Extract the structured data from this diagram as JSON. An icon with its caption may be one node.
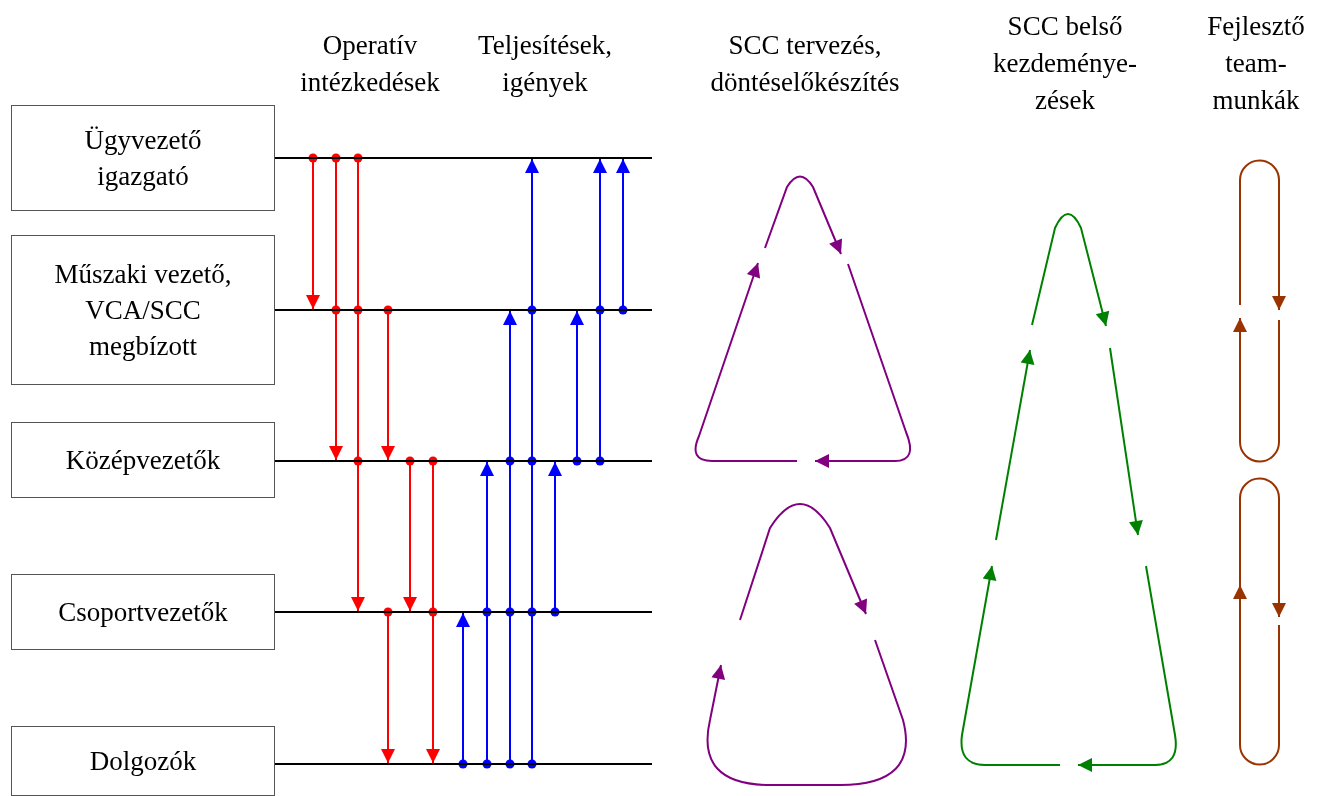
{
  "diagram": {
    "nodes": [
      {
        "text": [
          "Ügyvezető igazgató"
        ]
      },
      {
        "text": [
          "Műszaki vezető, VCA/SCC megbízott"
        ]
      },
      {
        "text": [
          "Középvezetők"
        ]
      },
      {
        "text": [
          "Csoportvezetők"
        ]
      },
      {
        "text": [
          "Dolgozók"
        ]
      },
      {
        "text": [],
        "shape": "line"
      },
      {
        "text": [],
        "shape": "line"
      },
      {
        "text": [],
        "shape": "line"
      },
      {
        "text": [],
        "shape": "line"
      },
      {
        "text": [],
        "shape": "line"
      }
    ],
    "edges": [
      {
        "from": 5,
        "to": 6,
        "arrow": "to",
        "color": "#ff0000"
      },
      {
        "from": 5,
        "to": 7,
        "arrow": "to",
        "color": "#ff0000"
      },
      {
        "from": 5,
        "to": 8,
        "arrow": "to",
        "color": "#ff0000"
      },
      {
        "from": 6,
        "to": 7,
        "arrow": "to",
        "color": "#ff0000"
      },
      {
        "from": 7,
        "to": 8,
        "arrow": "to",
        "color": "#ff0000"
      },
      {
        "from": 7,
        "to": 9,
        "arrow": "to",
        "color": "#ff0000"
      },
      {
        "from": 8,
        "to": 9,
        "arrow": "to",
        "color": "#ff0000"
      },
      {
        "from": 9,
        "to": 8,
        "arrow": "to",
        "color": "#0000ff"
      },
      {
        "from": 9,
        "to": 7,
        "arrow": "to",
        "color": "#0000ff"
      },
      {
        "from": 9,
        "to": 6,
        "arrow": "to",
        "color": "#0000ff"
      },
      {
        "from": 9,
        "to": 5,
        "arrow": "to",
        "color": "#0000ff"
      },
      {
        "from": 8,
        "to": 7,
        "arrow": "to",
        "color": "#0000ff"
      },
      {
        "from": 7,
        "to": 6,
        "arrow": "to",
        "color": "#0000ff"
      },
      {
        "from": 7,
        "to": 5,
        "arrow": "to",
        "color": "#0000ff"
      },
      {
        "from": 6,
        "to": 5,
        "arrow": "to",
        "color": "#0000ff"
      }
    ],
    "labels": [
      "Operatív intézkedések",
      "Teljesítések, igények",
      "SCC tervezés, döntéselőkészítés",
      "SCC belső kezdeménye- zések",
      "Fejlesztő team- munkák"
    ]
  }
}
